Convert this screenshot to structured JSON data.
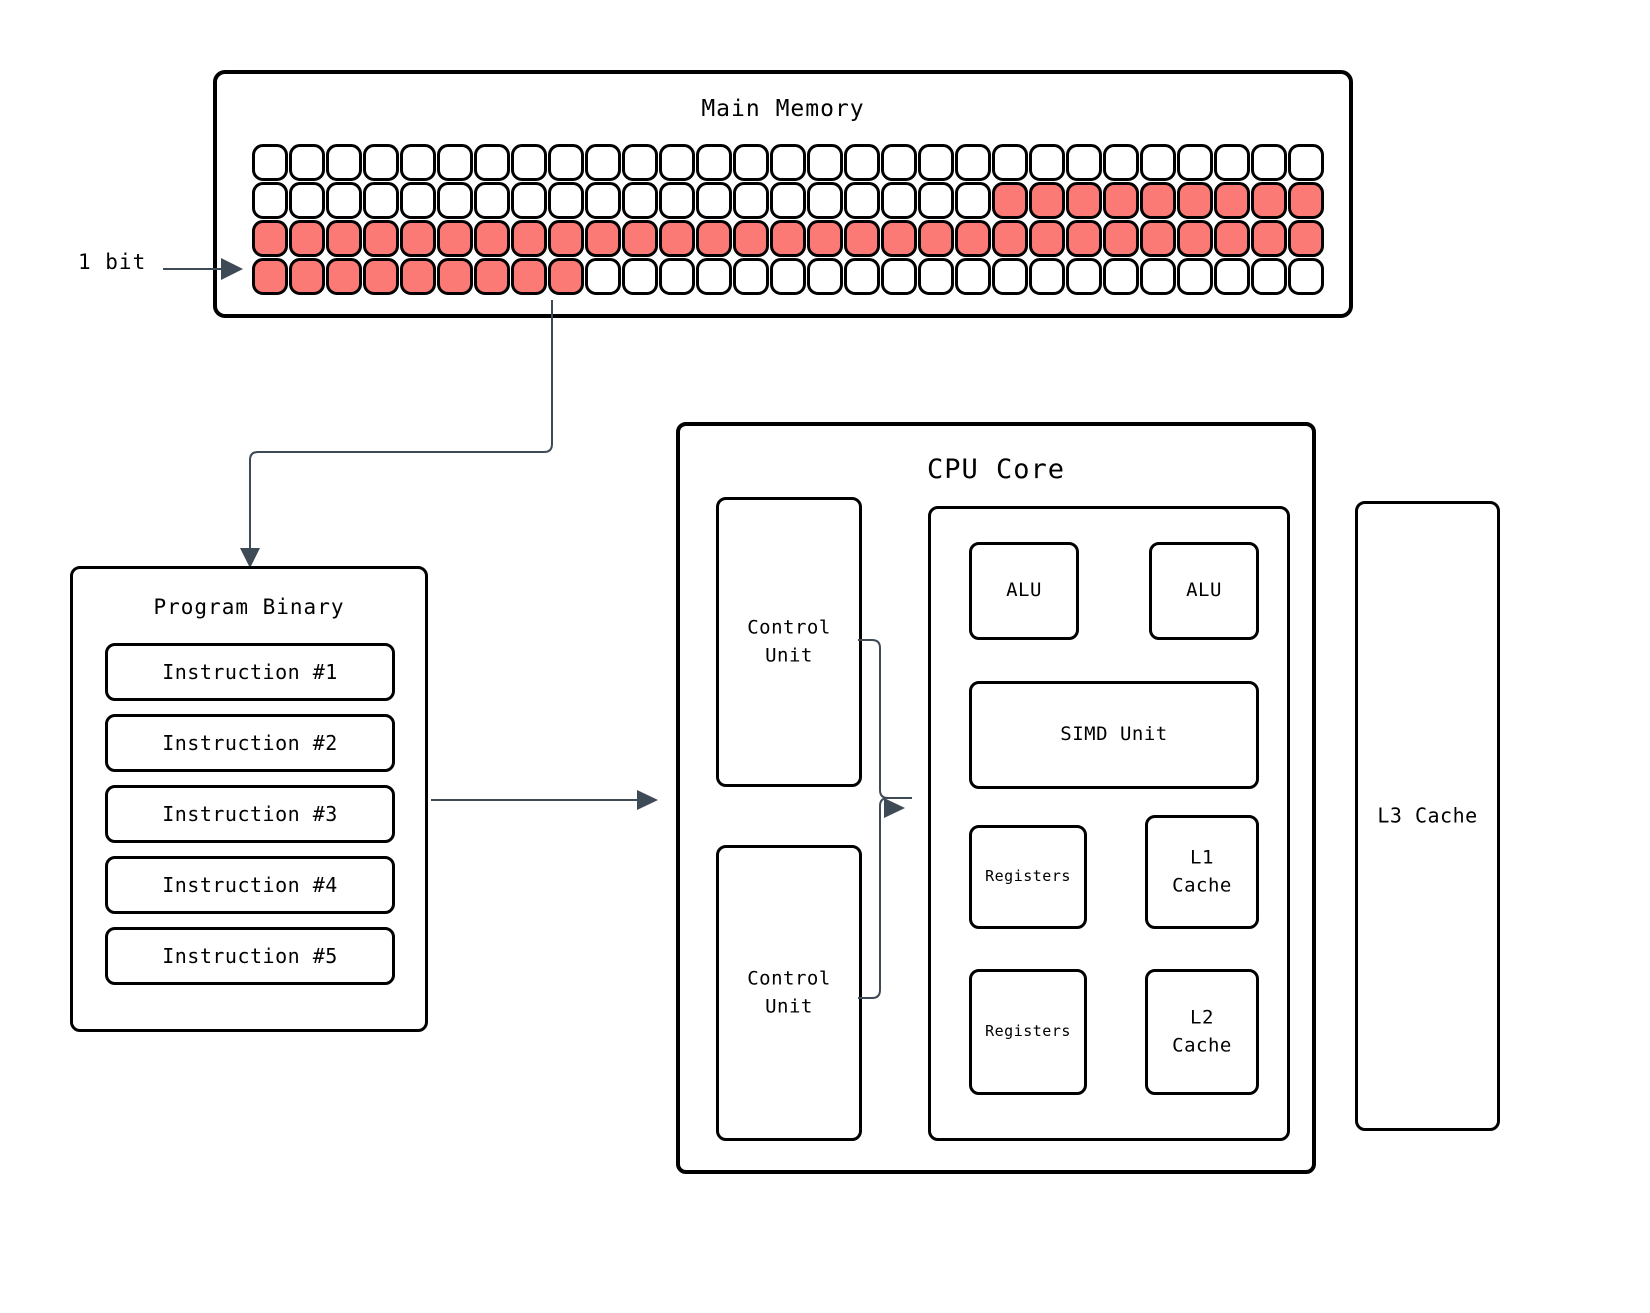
{
  "diagram": {
    "title_main_memory": "Main Memory",
    "annotation_bit": "1 bit",
    "title_program_binary": "Program Binary",
    "title_cpu_core": "CPU Core",
    "title_l3_cache": "L3 Cache"
  },
  "memory": {
    "label": "Main Memory",
    "columns": 29,
    "rows": 4,
    "bit_annotation": "1 bit",
    "filled_color": "#fc7a75",
    "empty_color": "#ffffff",
    "grid": [
      [
        0,
        0,
        0,
        0,
        0,
        0,
        0,
        0,
        0,
        0,
        0,
        0,
        0,
        0,
        0,
        0,
        0,
        0,
        0,
        0,
        0,
        0,
        0,
        0,
        0,
        0,
        0,
        0,
        0
      ],
      [
        0,
        0,
        0,
        0,
        0,
        0,
        0,
        0,
        0,
        0,
        0,
        0,
        0,
        0,
        0,
        0,
        0,
        0,
        0,
        0,
        1,
        1,
        1,
        1,
        1,
        1,
        1,
        1,
        1
      ],
      [
        1,
        1,
        1,
        1,
        1,
        1,
        1,
        1,
        1,
        1,
        1,
        1,
        1,
        1,
        1,
        1,
        1,
        1,
        1,
        1,
        1,
        1,
        1,
        1,
        1,
        1,
        1,
        1,
        1
      ],
      [
        1,
        1,
        1,
        1,
        1,
        1,
        1,
        1,
        1,
        0,
        0,
        0,
        0,
        0,
        0,
        0,
        0,
        0,
        0,
        0,
        0,
        0,
        0,
        0,
        0,
        0,
        0,
        0,
        0
      ]
    ]
  },
  "program_binary": {
    "label": "Program Binary",
    "instructions": [
      "Instruction #1",
      "Instruction #2",
      "Instruction #3",
      "Instruction #4",
      "Instruction #5"
    ]
  },
  "cpu_core": {
    "label": "CPU Core",
    "control_units": [
      "Control\nUnit",
      "Control\nUnit"
    ],
    "control_unit_label": "Control Unit",
    "execution_block": {
      "alus": [
        "ALU",
        "ALU"
      ],
      "simd": "SIMD Unit",
      "registers": [
        "Registers",
        "Registers"
      ],
      "caches": [
        "L1 Cache",
        "L2 Cache"
      ],
      "l1_cache": "L1\nCache",
      "l2_cache": "L2\nCache"
    }
  },
  "l3_cache": {
    "label": "L3 Cache"
  },
  "colors": {
    "stroke": "#000000",
    "connector": "#3f4a57",
    "memory_bit_set": "#fc7a75",
    "background": "#ffffff"
  }
}
